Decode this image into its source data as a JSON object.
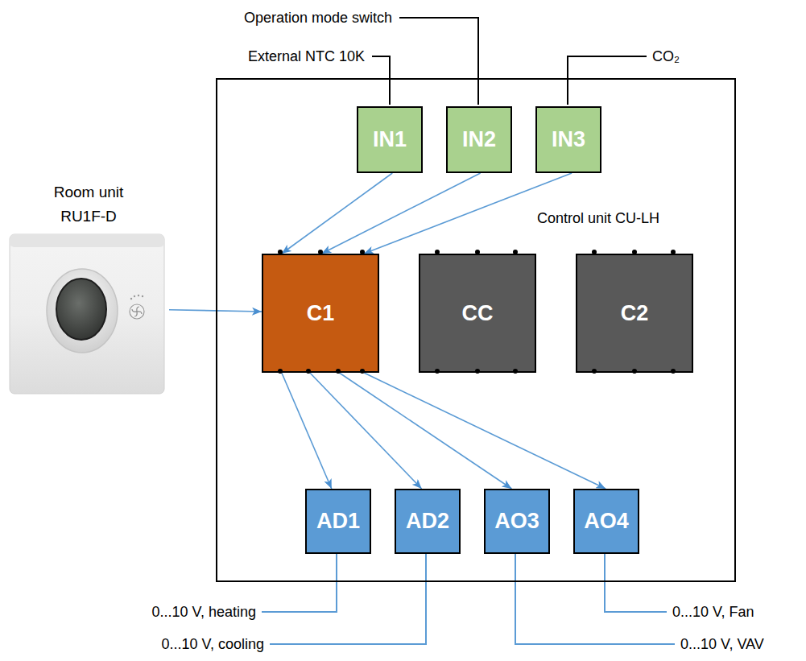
{
  "diagram": {
    "nodes": [
      {
        "text": [
          "Room unit RU1F-D"
        ]
      },
      {
        "text": [
          "Control unit CU-LH"
        ]
      },
      {
        "text": [
          "IN1"
        ],
        "in": 1
      },
      {
        "text": [
          "IN2"
        ],
        "in": 1
      },
      {
        "text": [
          "IN3"
        ],
        "in": 1
      },
      {
        "text": [
          "C1"
        ],
        "in": 1
      },
      {
        "text": [
          "CC"
        ],
        "in": 1
      },
      {
        "text": [
          "C2"
        ],
        "in": 1
      },
      {
        "text": [
          "AD1"
        ],
        "in": 1
      },
      {
        "text": [
          "AD2"
        ],
        "in": 1
      },
      {
        "text": [
          "AO3"
        ],
        "in": 1
      },
      {
        "text": [
          "AO4"
        ],
        "in": 1
      }
    ],
    "edges": [
      {
        "from": 0,
        "to": 5,
        "arrow": "to"
      },
      {
        "from": 2,
        "to": 5,
        "arrow": "to"
      },
      {
        "from": 3,
        "to": 5,
        "arrow": "to"
      },
      {
        "from": 4,
        "to": 5,
        "arrow": "to"
      },
      {
        "from": 5,
        "to": 8,
        "arrow": "to"
      },
      {
        "from": 5,
        "to": 9,
        "arrow": "to"
      },
      {
        "from": 5,
        "to": 10,
        "arrow": "to"
      },
      {
        "from": 5,
        "to": 11,
        "arrow": "to"
      }
    ],
    "labels": [
      "Operation mode switch",
      "External NTC 10K",
      "CO₂",
      "0...10 V, heating",
      "0...10 V, Fan",
      "0...10 V, cooling",
      "0...10 V, VAV"
    ]
  }
}
